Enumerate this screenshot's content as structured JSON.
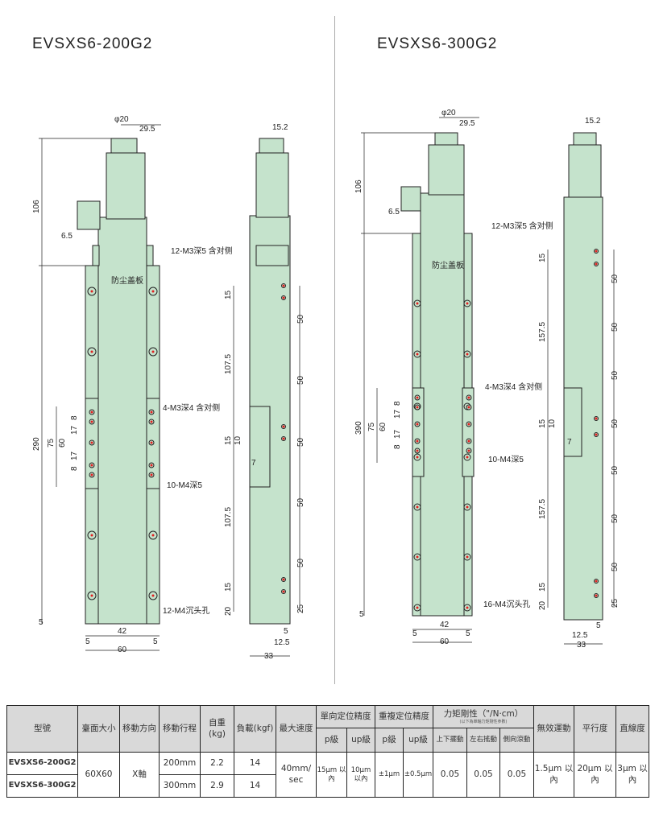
{
  "models": {
    "left": "EVSXS6-200G2",
    "right": "EVSXS6-300G2"
  },
  "left_dims": {
    "d20": "φ20",
    "d295": "29.5",
    "d152": "15.2",
    "d106": "106",
    "d65": "6.5",
    "d290": "290",
    "d75": "75",
    "d60": "60",
    "d17a": "17",
    "d8a": "8",
    "d17b": "17",
    "d8b": "8",
    "d5": "5",
    "d42": "42",
    "d60w": "60",
    "d5a": "5",
    "d5b": "5",
    "s15a": "15",
    "s1075a": "107.5",
    "s15b": "15",
    "s10": "10",
    "s7": "7",
    "s1075b": "107.5",
    "s15c": "15",
    "s20": "20",
    "s50a": "50",
    "s50b": "50",
    "s50c": "50",
    "s50d": "50",
    "s50e": "50",
    "s25": "25",
    "s125": "12.5",
    "s33": "33",
    "s5": "5"
  },
  "left_notes": {
    "cover": "防尘盖板",
    "m3_12": "12-M3深5 含对侧",
    "m3_4": "4-M3深4 含对侧",
    "m4_10": "10-M4深5",
    "m4_12": "12-M4沉头孔"
  },
  "right_dims": {
    "d20": "φ20",
    "d295": "29.5",
    "d152": "15.2",
    "d106": "106",
    "d65": "6.5",
    "d390": "390",
    "d75": "75",
    "d60": "60",
    "d17a": "17",
    "d8a": "8",
    "d17b": "17",
    "d8b": "8",
    "d5": "5",
    "d42": "42",
    "d60w": "60",
    "d5a": "5",
    "d5b": "5",
    "s15a": "15",
    "s1575a": "157.5",
    "s15b": "15",
    "s10": "10",
    "s7": "7",
    "s1575b": "157.5",
    "s15c": "15",
    "s20": "20",
    "s50a": "50",
    "s50b": "50",
    "s50c": "50",
    "s50d": "50",
    "s50e": "50",
    "s50f": "50",
    "s50g": "50",
    "s25": "25",
    "s125": "12.5",
    "s33": "33",
    "s5": "5"
  },
  "right_notes": {
    "cover": "防尘盖板",
    "m3_12": "12-M3深5 含对侧",
    "m3_4": "4-M3深4 含对侧",
    "m4_10": "10-M4深5",
    "m4_16": "16-M4沉头孔"
  },
  "table": {
    "h": {
      "model": "型號",
      "table_size": "臺面大小",
      "direction": "移動方向",
      "stroke": "移動行程",
      "weight": "自重(kg)",
      "load": "負載(kgf)",
      "speed": "最大速度",
      "uni": "單向定位精度",
      "rep": "重複定位精度",
      "moment": "力矩剛性（\"/N·cm）",
      "moment_note": "(以下為單軸力矩剛性參數)",
      "p1": "p級",
      "up1": "up級",
      "p2": "p級",
      "up2": "up級",
      "pitch": "上下擺動",
      "yaw": "左右搖動",
      "roll": "側向滾動",
      "lost": "無效運動",
      "parallel": "平行度",
      "straight": "直線度"
    },
    "rows": [
      {
        "model": "EVSXS6-200G2",
        "stroke": "200mm",
        "weight": "2.2",
        "load": "14"
      },
      {
        "model": "EVSXS6-300G2",
        "stroke": "300mm",
        "weight": "2.9",
        "load": "14"
      }
    ],
    "shared": {
      "table_size": "60X60",
      "direction": "X軸",
      "speed": "40mm/ sec",
      "uni_p": "15μm 以內",
      "uni_up": "10μm 以內",
      "rep_p": "±1μm",
      "rep_up": "±0.5μm",
      "pitch": "0.05",
      "yaw": "0.05",
      "roll": "0.05",
      "lost": "1.5μm 以內",
      "parallel": "20μm 以內",
      "straight": "3μm 以內"
    }
  },
  "colors": {
    "body": "#c5e3cc",
    "line": "#222222",
    "hole": "#e02020"
  }
}
